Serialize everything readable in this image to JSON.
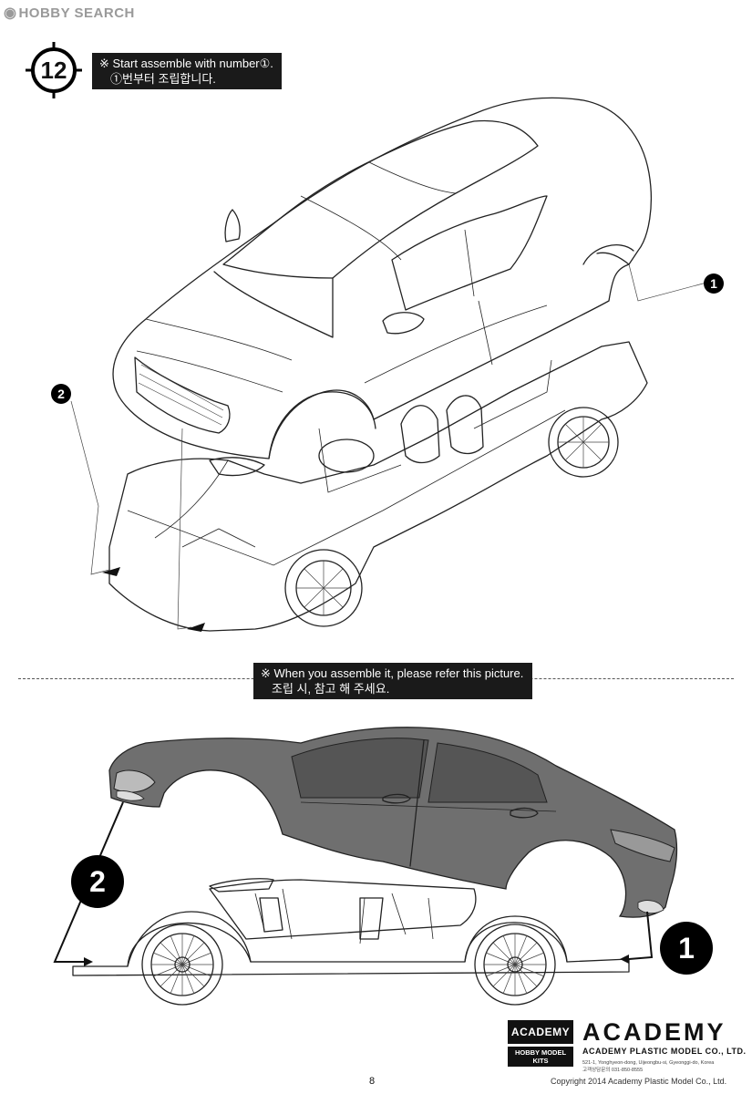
{
  "watermark": {
    "text": "HOBBY SEARCH"
  },
  "step": {
    "number": "12"
  },
  "notes": {
    "top_en": "※ Start assemble with number①.",
    "top_ko": "①번부터 조립합니다.",
    "mid_en": "※ When you assemble it, please refer this picture.",
    "mid_ko": "조립 시, 참고 해 주세요."
  },
  "callouts": {
    "top_one": "1",
    "top_two": "2",
    "bottom_two": "2",
    "bottom_one": "1"
  },
  "brand": {
    "badge_top": "ACADEMY",
    "badge_bottom": "HOBBY MODEL KITS",
    "name": "ACADEMY",
    "company": "ACADEMY PLASTIC MODEL CO., LTD.",
    "address1": "521-1, Yonghyeon-dong, Uijeongbu-si, Gyeonggi-do, Korea",
    "address2": "고객상담문의  031-850-8555"
  },
  "footer": {
    "page": "8",
    "copyright": "Copyright 2014 Academy Plastic Model Co., Ltd."
  }
}
